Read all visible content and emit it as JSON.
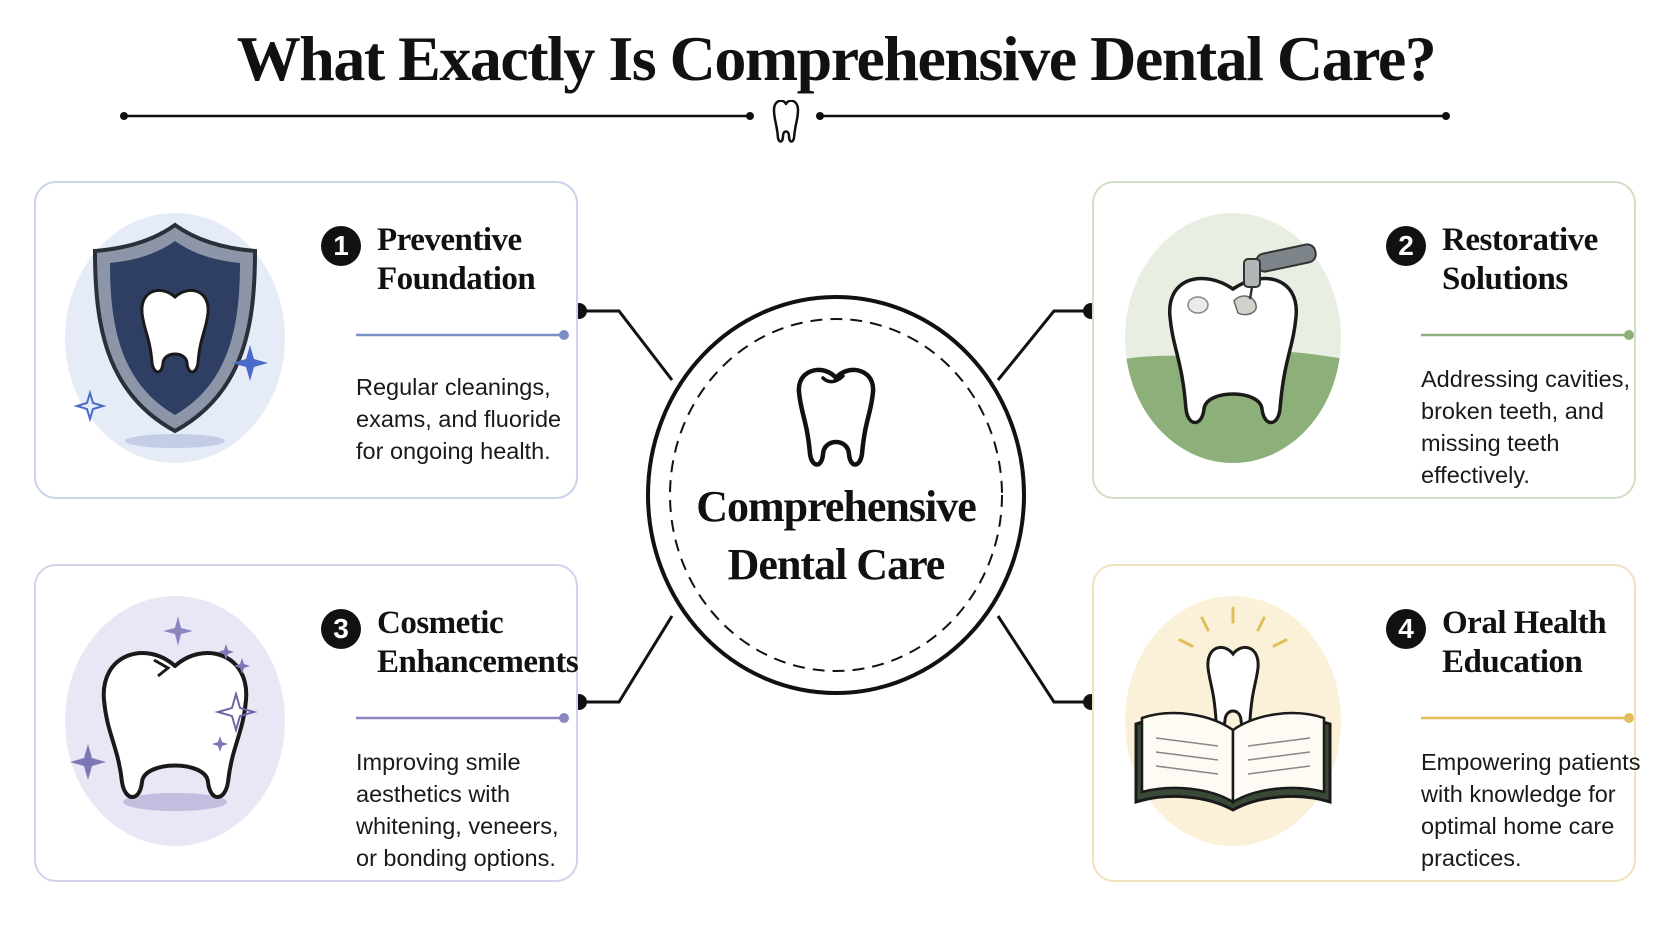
{
  "title": "What Exactly Is Comprehensive Dental Care?",
  "hub": {
    "lines": [
      "Comprehensive",
      "Dental Care"
    ]
  },
  "cards": [
    {
      "number": "1",
      "title_lines": [
        "Preventive",
        "Foundation"
      ],
      "desc_lines": [
        "Regular cleanings,",
        "exams, and fluoride",
        "for ongoing health."
      ],
      "icon": "shield-tooth-icon",
      "accent": "#7a8fc4",
      "border": "#c9d3ea",
      "bg": "#e6ecf7"
    },
    {
      "number": "2",
      "title_lines": [
        "Restorative",
        "Solutions"
      ],
      "desc_lines": [
        "Addressing cavities,",
        "broken teeth, and",
        "missing teeth",
        "effectively."
      ],
      "icon": "drill-tooth-icon",
      "accent": "#8fb07a",
      "border": "#d2e0c8",
      "bg": "#e7efe0"
    },
    {
      "number": "3",
      "title_lines": [
        "Cosmetic",
        "Enhancements"
      ],
      "desc_lines": [
        "Improving smile",
        "aesthetics with",
        "whitening, veneers,",
        "or bonding options."
      ],
      "icon": "sparkle-tooth-icon",
      "accent": "#8a86c0",
      "border": "#d3d2ea",
      "bg": "#e9e7f5"
    },
    {
      "number": "4",
      "title_lines": [
        "Oral Health",
        "Education"
      ],
      "desc_lines": [
        "Empowering patients",
        "with knowledge for",
        "optimal home care",
        "practices."
      ],
      "icon": "book-tooth-icon",
      "accent": "#e2bd5a",
      "border": "#f1e2bd",
      "bg": "#fbf1d9"
    }
  ]
}
